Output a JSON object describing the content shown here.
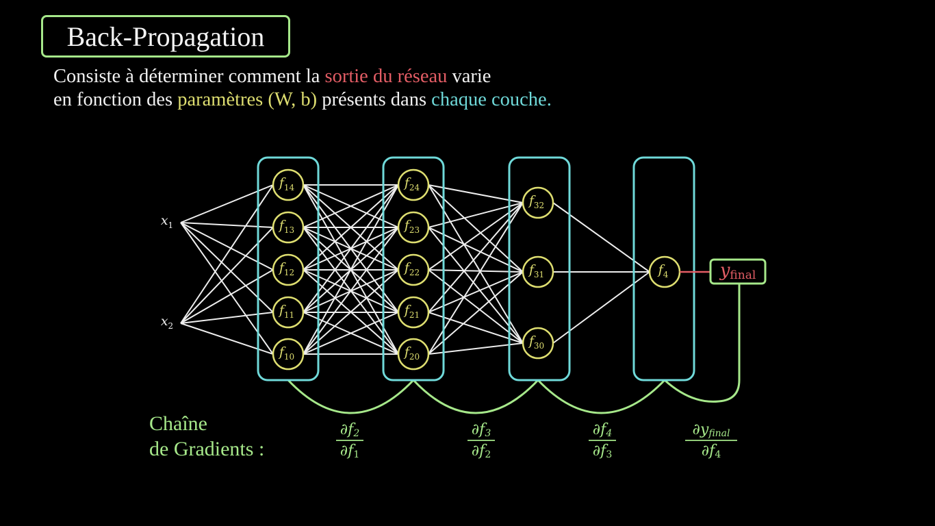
{
  "title": "Back-Propagation",
  "subtitle": {
    "line1": {
      "part1": "Consiste à déterminer comment la ",
      "highlight": "sortie du réseau",
      "part2": " varie"
    },
    "line2": {
      "part1": "en fonction des ",
      "highlight_params": "paramètres (W, b)",
      "part2": " présents dans ",
      "highlight_layer": "chaque couche."
    }
  },
  "colors": {
    "background": "#000000",
    "layer_box": "#6fd9d9",
    "node": "#dede70",
    "edge": "#eeeeee",
    "output": "#e35d65",
    "gradient": "#a6e88a"
  },
  "inputs": [
    {
      "base": "x",
      "sub": "1"
    },
    {
      "base": "x",
      "sub": "2"
    }
  ],
  "layers": [
    {
      "nodes": [
        {
          "base": "f",
          "sub": "14"
        },
        {
          "base": "f",
          "sub": "13"
        },
        {
          "base": "f",
          "sub": "12"
        },
        {
          "base": "f",
          "sub": "11"
        },
        {
          "base": "f",
          "sub": "10"
        }
      ]
    },
    {
      "nodes": [
        {
          "base": "f",
          "sub": "24"
        },
        {
          "base": "f",
          "sub": "23"
        },
        {
          "base": "f",
          "sub": "22"
        },
        {
          "base": "f",
          "sub": "21"
        },
        {
          "base": "f",
          "sub": "20"
        }
      ]
    },
    {
      "nodes": [
        {
          "base": "f",
          "sub": "32"
        },
        {
          "base": "f",
          "sub": "31"
        },
        {
          "base": "f",
          "sub": "30"
        }
      ]
    },
    {
      "nodes": [
        {
          "base": "f",
          "sub": "4"
        }
      ]
    }
  ],
  "output": {
    "base": "y",
    "sub": "final"
  },
  "chain": {
    "label_line1": "Chaîne",
    "label_line2": "de Gradients :",
    "gradients": [
      {
        "num": "f",
        "num_sub": "2",
        "den": "f",
        "den_sub": "1"
      },
      {
        "num": "f",
        "num_sub": "3",
        "den": "f",
        "den_sub": "2"
      },
      {
        "num": "f",
        "num_sub": "4",
        "den": "f",
        "den_sub": "3"
      },
      {
        "num": "y",
        "num_sub": "final",
        "den": "f",
        "den_sub": "4"
      }
    ]
  }
}
